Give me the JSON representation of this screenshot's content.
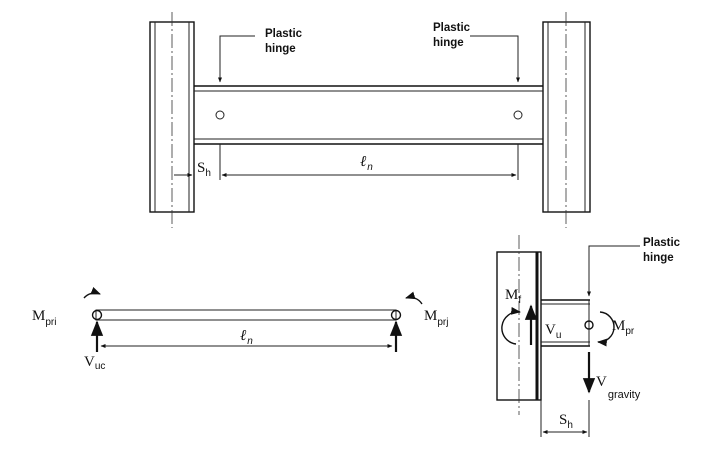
{
  "top_view": {
    "hinge_label_left": [
      "Plastic",
      "hinge"
    ],
    "hinge_label_right": [
      "Plastic",
      "hinge"
    ],
    "sh_symbol": "S",
    "sh_sub": "h",
    "ln_symbol": "ℓ",
    "ln_sub": "n"
  },
  "beam_view": {
    "m_left_symbol": "M",
    "m_left_sub": "pri",
    "m_right_symbol": "M",
    "m_right_sub": "prj",
    "v_symbol": "V",
    "v_sub": "uc",
    "ln_symbol": "ℓ",
    "ln_sub": "n"
  },
  "detail_view": {
    "hinge_label": [
      "Plastic",
      "hinge"
    ],
    "mf_symbol": "M",
    "mf_sub": "f",
    "vu_symbol": "V",
    "vu_sub": "u",
    "mpr_symbol": "M",
    "mpr_sub": "pr",
    "vg_symbol": "V",
    "vg_sub": "gravity",
    "sh_symbol": "S",
    "sh_sub": "h"
  }
}
